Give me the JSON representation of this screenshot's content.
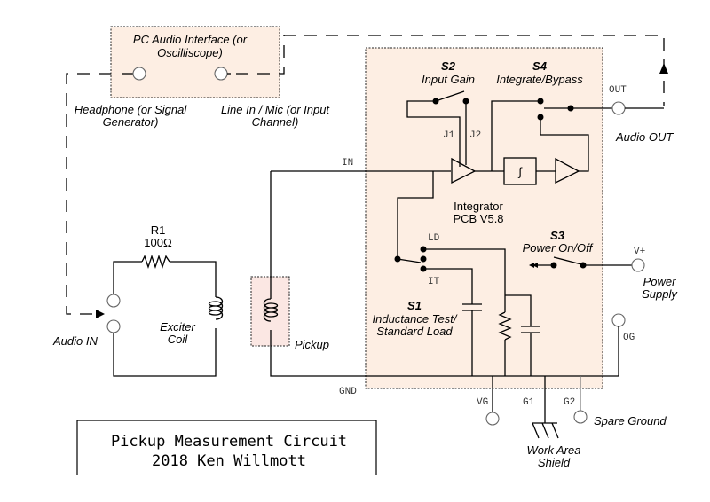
{
  "diagram": {
    "title_block": {
      "line1": "Pickup Measurement Circuit",
      "line2": "2018 Ken Willmott"
    },
    "pc_interface": {
      "title_line1": "PC Audio Interface (or",
      "title_line2": "Oscilliscope)",
      "headphone_line1": "Headphone (or Signal",
      "headphone_line2": "Generator)",
      "linein_line1": "Line In / Mic (or Input",
      "linein_line2": "Channel)"
    },
    "integrator": {
      "name_line1": "Integrator",
      "name_line2": "PCB V5.8",
      "s2_label": "S2",
      "s2_desc": "Input Gain",
      "s4_label": "S4",
      "s4_desc": "Integrate/Bypass",
      "s3_label": "S3",
      "s3_desc": "Power On/Off",
      "s1_label": "S1",
      "s1_desc_line1": "Inductance Test/",
      "s1_desc_line2": "Standard Load",
      "integrator_symbol": "∫",
      "pins": {
        "in": "IN",
        "out": "OUT",
        "j1": "J1",
        "j2": "J2",
        "ld": "LD",
        "it": "IT",
        "vplus": "V+",
        "og": "OG",
        "gnd": "GND",
        "vg": "VG",
        "g1": "G1",
        "g2": "G2"
      }
    },
    "labels": {
      "audio_out": "Audio OUT",
      "power_line1": "Power",
      "power_line2": "Supply",
      "spare_ground": "Spare Ground",
      "work_area_line1": "Work Area",
      "work_area_line2": "Shield",
      "audio_in": "Audio IN",
      "exciter_line1": "Exciter",
      "exciter_line2": "Coil",
      "pickup": "Pickup",
      "r1_name": "R1",
      "r1_value": "100Ω"
    }
  }
}
